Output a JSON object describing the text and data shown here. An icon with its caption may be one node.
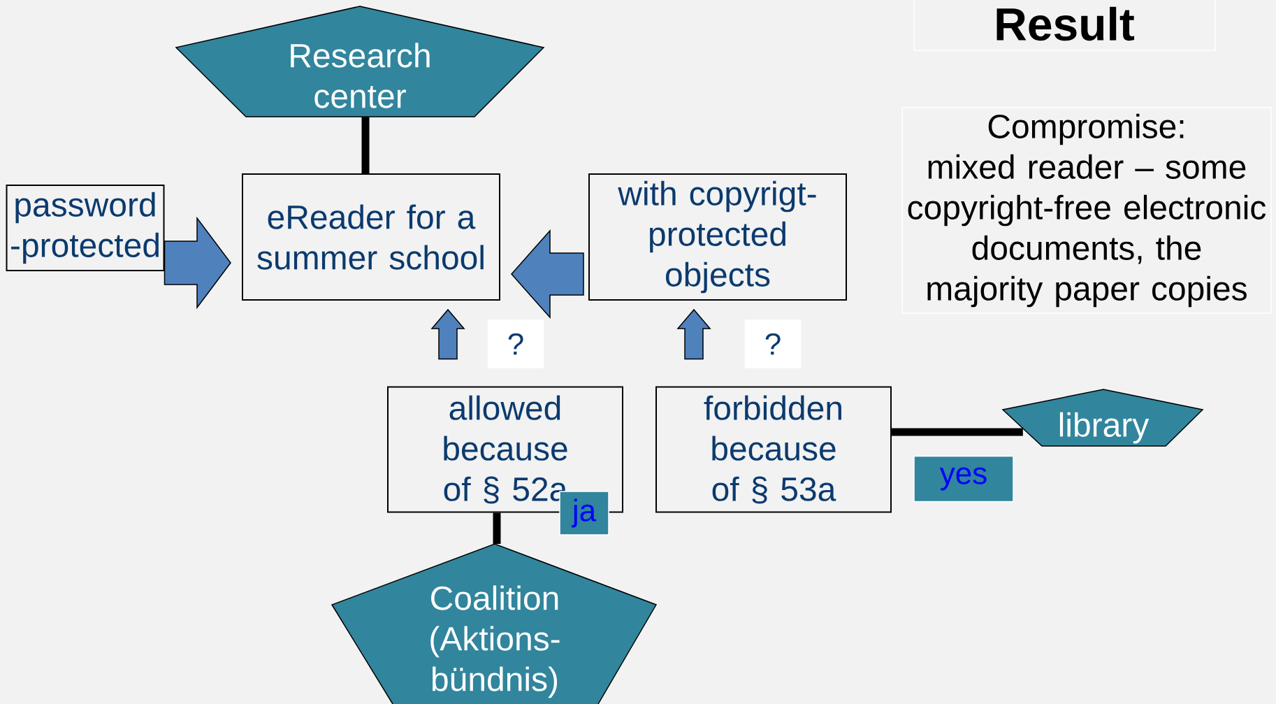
{
  "diagram": {
    "title": "Result",
    "nodes": [
      {
        "text": [
          "Research center"
        ]
      },
      {
        "text": [
          "eReader for a summer school"
        ]
      },
      {
        "text": [
          "password -protected"
        ]
      },
      {
        "text": [
          "with copyrigt- protected objects"
        ]
      },
      {
        "text": [
          "allowed because of § 52a"
        ]
      },
      {
        "text": [
          "forbidden because of § 53a"
        ]
      },
      {
        "text": [
          "library"
        ]
      },
      {
        "text": [
          "Coalition (Aktions- bündnis)"
        ]
      },
      {
        "text": [
          "Compromise:",
          "mixed reader – some copyright-free electronic documents, the majority paper copies"
        ]
      }
    ],
    "edges": [
      {
        "from": 0,
        "to": 1,
        "arrow": "none",
        "color": "#000000"
      },
      {
        "from": 2,
        "to": 1,
        "arrow": "to"
      },
      {
        "from": 3,
        "to": 1,
        "arrow": "to"
      },
      {
        "from": 4,
        "to": 1,
        "arrow": "to",
        "label": "?"
      },
      {
        "from": 5,
        "to": 3,
        "arrow": "to",
        "label": "?"
      },
      {
        "from": 7,
        "to": 4,
        "arrow": "none",
        "color": "#000000",
        "label": "ja"
      },
      {
        "from": 5,
        "to": 6,
        "arrow": "none",
        "color": "#000000",
        "label": "yes"
      }
    ]
  }
}
